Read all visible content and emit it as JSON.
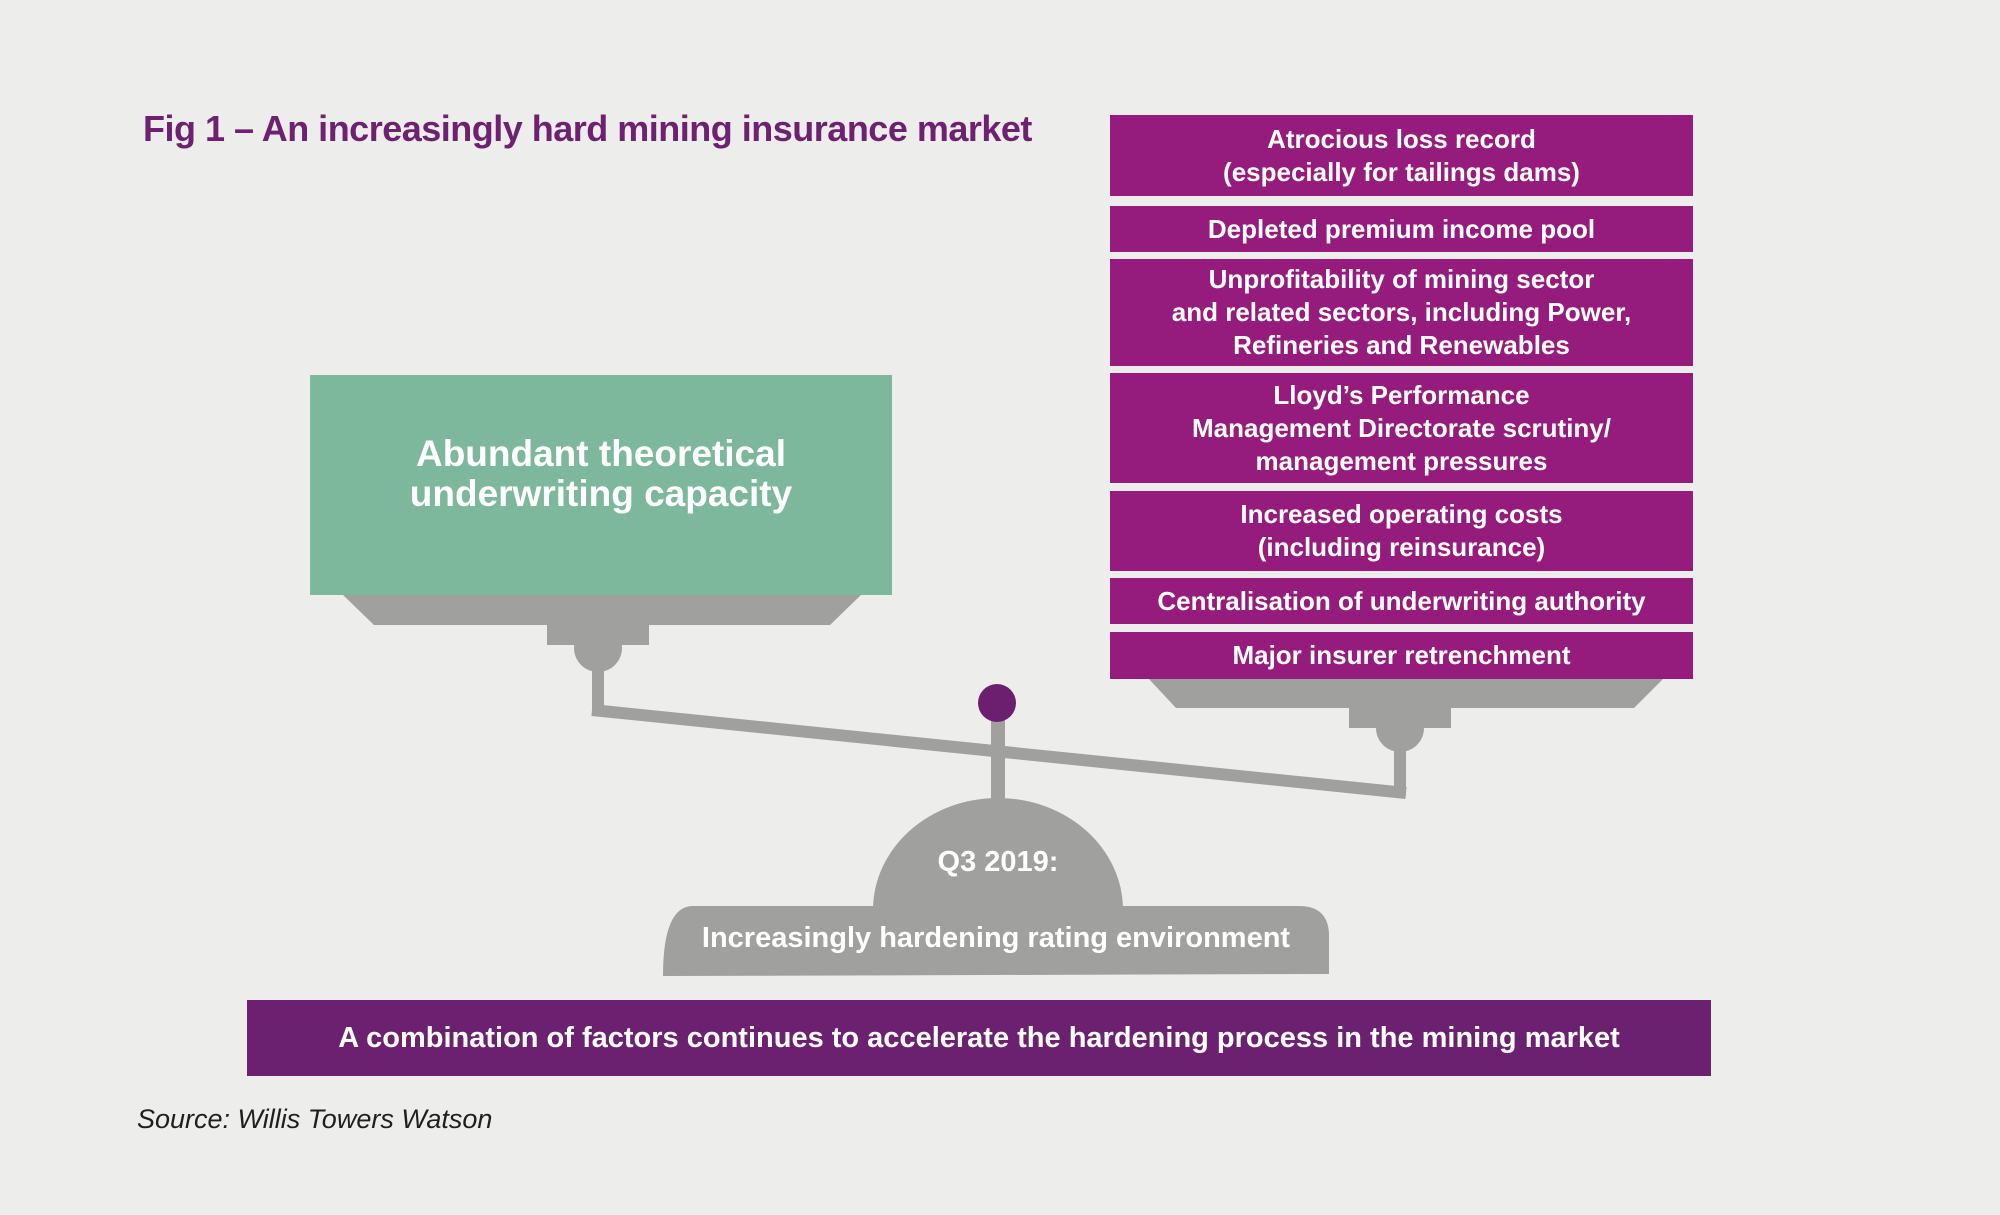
{
  "title": "Fig 1 – An increasingly hard mining insurance market",
  "capacity_label": "Abundant theoretical\nunderwriting capacity",
  "factors": [
    "Atrocious loss record\n(especially for tailings dams)",
    "Depleted premium income pool",
    "Unprofitability of mining sector\nand related sectors, including Power,\nRefineries and Renewables",
    "Lloyd’s Performance\nManagement Directorate scrutiny/\nmanagement pressures",
    "Increased operating costs\n(including reinsurance)",
    "Centralisation of underwriting authority",
    "Major insurer retrenchment"
  ],
  "fulcrum": {
    "date_label": "Q3 2019:",
    "status_label": "Increasingly hardening rating environment"
  },
  "conclusion": "A combination of factors continues to accelerate the hardening process in the mining market",
  "source": "Source: Willis Towers Watson",
  "colors": {
    "title": "#6e2170",
    "factor_box": "#951b7d",
    "capacity_box": "#7db89d",
    "scale_grey": "#a0a09e",
    "pivot_dot": "#6b1f6e",
    "banner": "#6b2170",
    "background": "#ededeb"
  }
}
